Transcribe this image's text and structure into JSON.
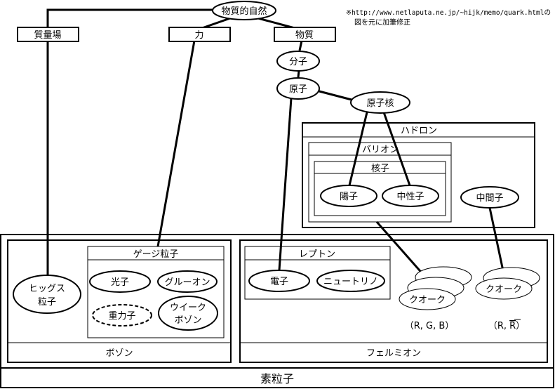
{
  "source_note": {
    "line1": "※http://www.netlaputa.ne.jp/~hijk/memo/quark.htmlの",
    "line2": "図を元に加筆修正"
  },
  "root": "物質的自然",
  "branches": {
    "mass_field": "質量場",
    "force": "力",
    "matter": "物質"
  },
  "matter_chain": {
    "molecule": "分子",
    "atom": "原子",
    "nucleus": "原子核"
  },
  "hadron": {
    "title": "ハドロン",
    "baryon": {
      "title": "バリオン",
      "nucleon": {
        "title": "核子",
        "items": [
          "陽子",
          "中性子"
        ]
      }
    },
    "meson": "中間子"
  },
  "elementary": {
    "title": "素粒子",
    "boson": {
      "title": "ボゾン",
      "higgs": [
        "ヒッグス",
        "粒子"
      ],
      "gauge": {
        "title": "ゲージ粒子",
        "photon": "光子",
        "gluon": "グルーオン",
        "graviton": "重力子",
        "weak": [
          "ウイーク",
          "ボゾン"
        ]
      }
    },
    "fermion": {
      "title": "フェルミオン",
      "lepton": {
        "title": "レプトン",
        "electron": "電子",
        "neutrino": "ニュートリノ"
      },
      "quark_baryon": {
        "label": "クオーク",
        "colors": "（R, G, B）"
      },
      "quark_meson": {
        "label": "クオーク",
        "colors_prefix": "（R, ",
        "colors_bar": "R",
        "colors_suffix": "）"
      }
    }
  }
}
